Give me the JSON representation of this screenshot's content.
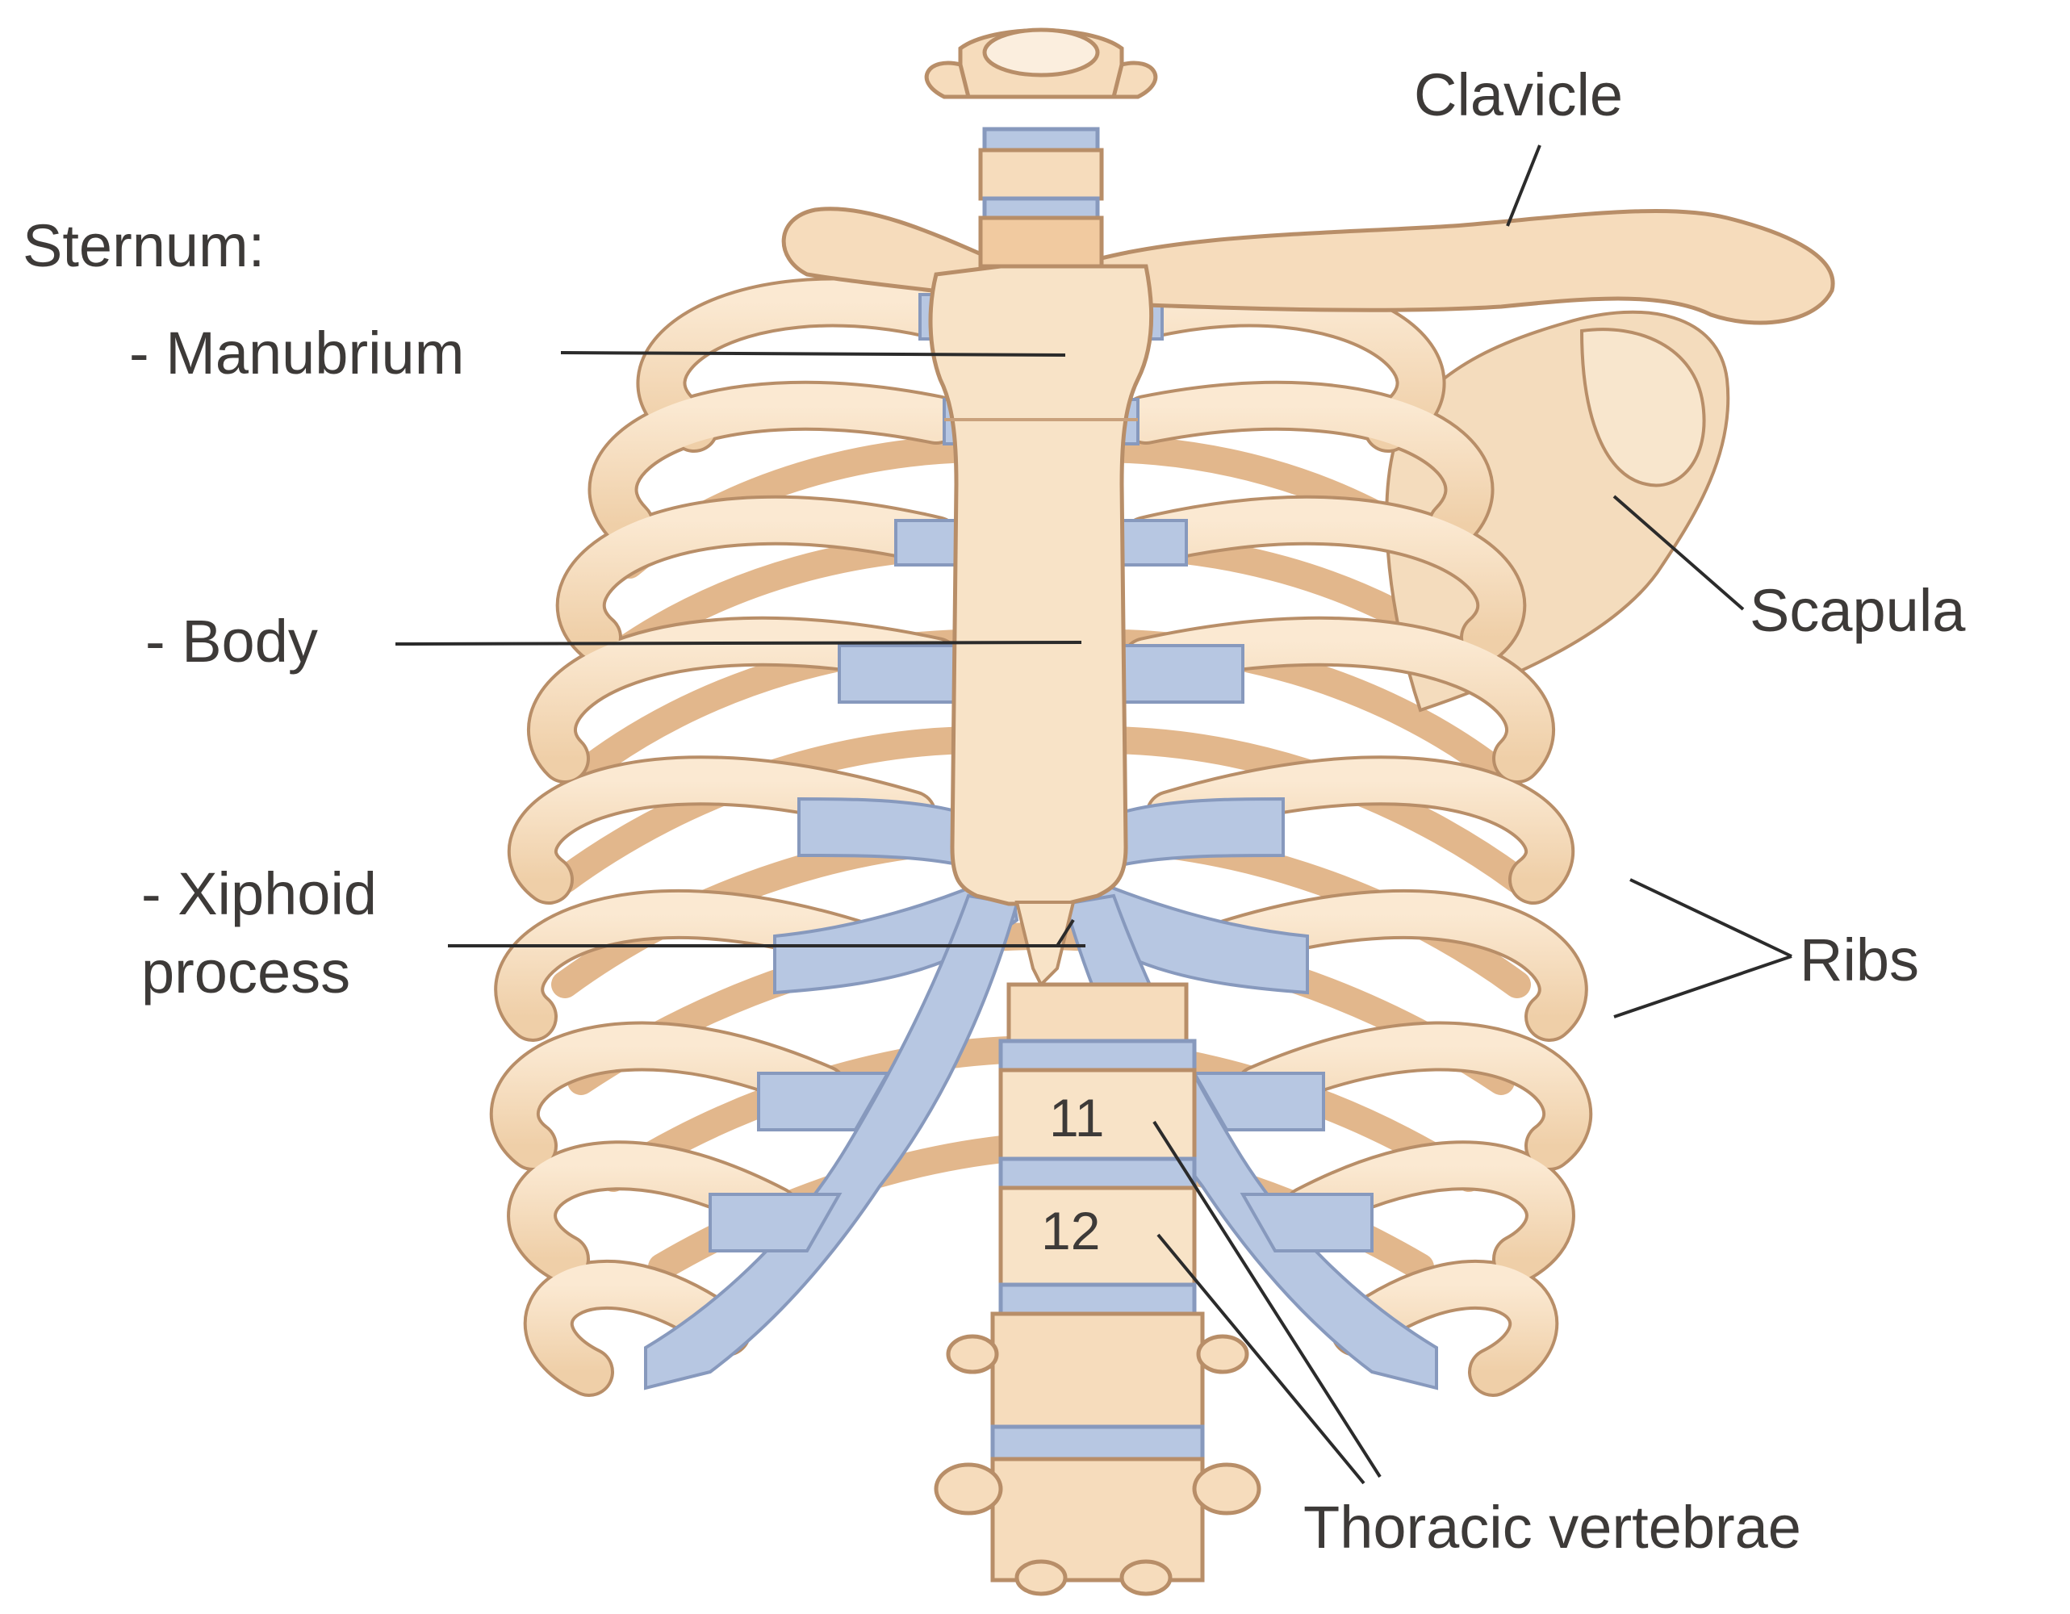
{
  "colors": {
    "bone": "#f7dfc0",
    "bone_shade": "#e9c49a",
    "bone_edge": "#b88e68",
    "cartilage": "#b7c7e2",
    "cartilage_edge": "#8799bd",
    "line": "#2b2b2b"
  },
  "labels": {
    "sternum": "Sternum:",
    "manubrium": "- Manubrium",
    "body": "- Body",
    "xiphoid_line1": "- Xiphoid",
    "xiphoid_line2": "process",
    "clavicle": "Clavicle",
    "scapula": "Scapula",
    "ribs": "Ribs",
    "thoracic_vertebrae": "Thoracic vertebrae",
    "vertebra_11": "11",
    "vertebra_12": "12"
  }
}
